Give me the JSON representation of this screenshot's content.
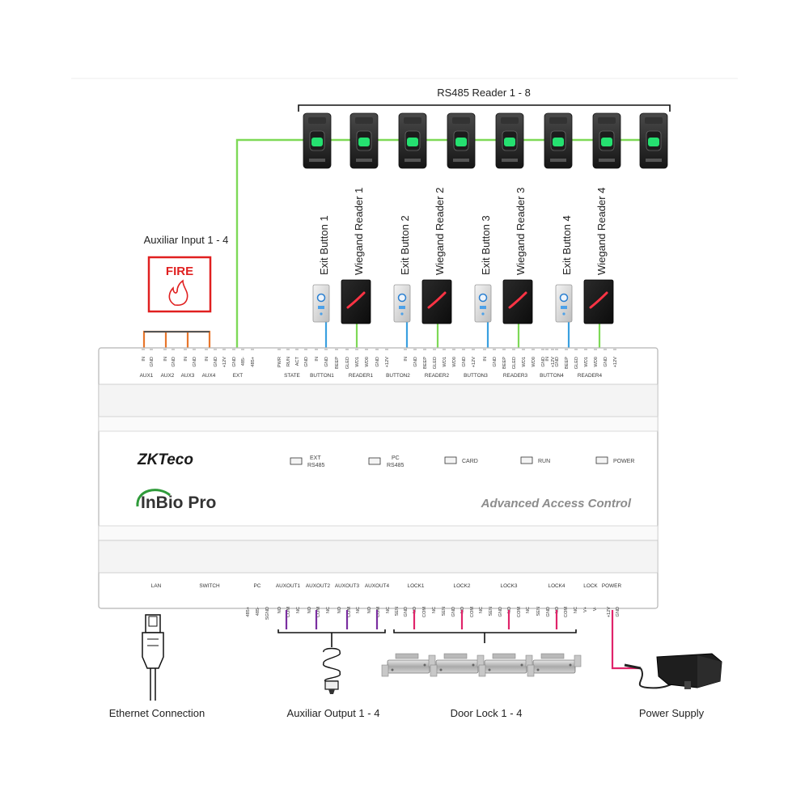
{
  "captions": {
    "rs485": "RS485 Reader 1 - 8",
    "aux_in": "Auxiliar Input 1 - 4",
    "ethernet": "Ethernet Connection",
    "aux_out": "Auxiliar Output 1 - 4",
    "door_lock": "Door Lock 1 - 4",
    "power": "Power Supply"
  },
  "fire_sign": "FIRE",
  "vertical_labels": [
    "Exit Button 1",
    "Wiegand Reader 1",
    "Exit Button 2",
    "Wiegand Reader 2",
    "Exit Button 3",
    "Wiegand Reader 3",
    "Exit Button 4",
    "Wiegand Reader 4"
  ],
  "panel": {
    "brand": "ZKTeco",
    "model": "InBio Pro",
    "tagline": "Advanced Access Control",
    "leds": [
      {
        "l1": "EXT",
        "l2": "RS485"
      },
      {
        "l1": "PC",
        "l2": "RS485"
      },
      {
        "l1": "CARD",
        "l2": ""
      },
      {
        "l1": "RUN",
        "l2": ""
      },
      {
        "l1": "POWER",
        "l2": ""
      }
    ],
    "top_pins": [
      "IN",
      "GND",
      "IN",
      "GND",
      "IN",
      "GND",
      "IN",
      "GND",
      "+12V",
      "GND",
      "485-",
      "485+",
      "PWR",
      "RUN",
      "ACT",
      "GND",
      "IN",
      "GND",
      "BEEP",
      "GLED",
      "WD1",
      "WD0",
      "GND",
      "+12V",
      "IN",
      "GND",
      "BEEP",
      "GLED",
      "WD1",
      "WD0",
      "GND",
      "+12V",
      "IN",
      "GND",
      "BEEP",
      "GLED",
      "WD1",
      "WD0",
      "GND",
      "+12V",
      "IN",
      "GND",
      "BEEP",
      "GLED",
      "WD1",
      "WD0",
      "GND",
      "+12V"
    ],
    "top_groups": [
      "AUX1",
      "AUX2",
      "AUX3",
      "AUX4",
      "EXT",
      "STATE",
      "BUTTON1",
      "READER1",
      "BUTTON2",
      "READER2",
      "BUTTON3",
      "READER3",
      "BUTTON4",
      "READER4"
    ],
    "bottom_groups": [
      "LAN",
      "SWITCH",
      "PC",
      "AUXOUT1",
      "AUXOUT2",
      "AUXOUT3",
      "AUXOUT4",
      "LOCK1",
      "LOCK2",
      "LOCK3",
      "LOCK4",
      "LOCK",
      "POWER"
    ],
    "bottom_pins": [
      "485+",
      "485-",
      "SGND",
      "NO",
      "COM",
      "NC",
      "NO",
      "COM",
      "NC",
      "NO",
      "COM",
      "NC",
      "NO",
      "COM",
      "NC",
      "SEN",
      "GND",
      "NO",
      "COM",
      "NC",
      "SEN",
      "GND",
      "NO",
      "COM",
      "NC",
      "SEN",
      "GND",
      "NO",
      "COM",
      "NC",
      "SEN",
      "GND",
      "NO",
      "COM",
      "NC",
      "V+",
      "V-",
      "+12V",
      "GND"
    ]
  },
  "colors": {
    "rs485_wire": "#7ed957",
    "aux_input_wire": "#e8762b",
    "exit_button_wire": "#3aa0e0",
    "wiegand_wire": "#7ed957",
    "aux_output_wire": "#7a2ea0",
    "lock_wire": "#e0246a",
    "power_wire": "#e0246a",
    "fire_red": "#e02020",
    "brand_green": "#2f9b3a"
  }
}
